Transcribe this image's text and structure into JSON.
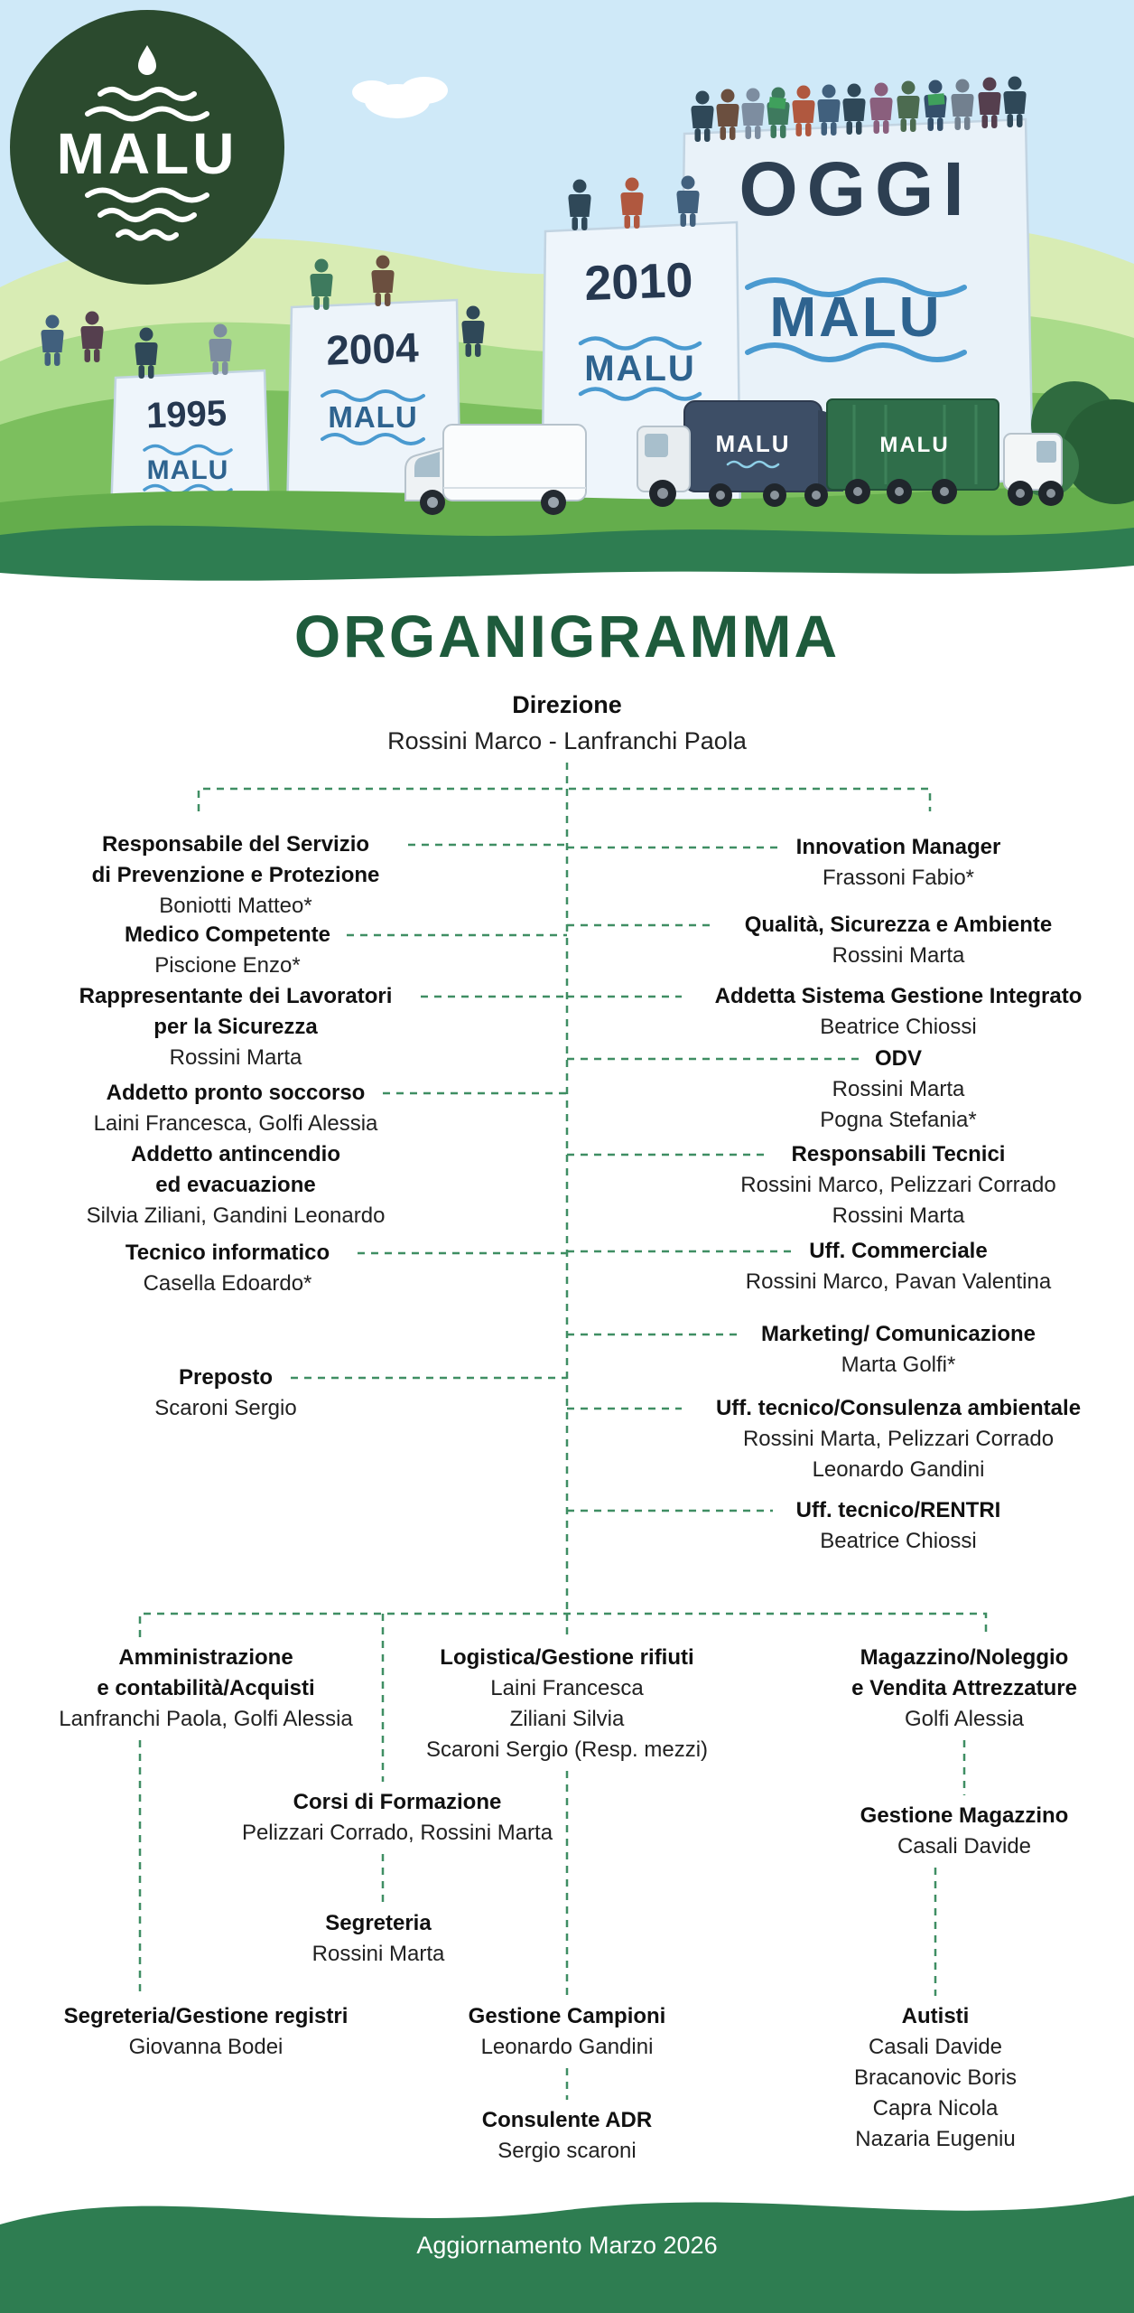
{
  "page": {
    "title": "ORGANIGRAMMA"
  },
  "colors": {
    "brand_green": "#2e7d51",
    "title_green": "#1e5b3c",
    "connector_green": "#3f8e63",
    "logo_blue": "#4a9ad0",
    "badge_dark_green": "#2b4a2e"
  },
  "hero": {
    "logo_text": "MALU",
    "year_1995": "1995",
    "year_2004": "2004",
    "year_2010": "2010",
    "today_label": "OGGI"
  },
  "org": {
    "direzione": {
      "title": "Direzione",
      "names": [
        "Rossini Marco - Lanfranchi Paola"
      ]
    },
    "left": [
      {
        "title": [
          "Responsabile del Servizio",
          "di Prevenzione e Protezione"
        ],
        "names": [
          "Boniotti Matteo*"
        ]
      },
      {
        "title": [
          "Medico Competente"
        ],
        "names": [
          "Piscione Enzo*"
        ]
      },
      {
        "title": [
          "Rappresentante dei Lavoratori",
          "per la Sicurezza"
        ],
        "names": [
          "Rossini Marta"
        ]
      },
      {
        "title": [
          "Addetto pronto soccorso"
        ],
        "names": [
          "Laini Francesca, Golfi Alessia"
        ],
        "title2": [
          "Addetto antincendio",
          "ed evacuazione"
        ],
        "names2": [
          "Silvia Ziliani, Gandini Leonardo"
        ]
      },
      {
        "title": [
          "Tecnico informatico"
        ],
        "names": [
          "Casella Edoardo*"
        ]
      },
      {
        "title": [
          "Preposto"
        ],
        "names": [
          "Scaroni Sergio"
        ]
      }
    ],
    "right": [
      {
        "title": [
          "Innovation Manager"
        ],
        "names": [
          "Frassoni Fabio*"
        ]
      },
      {
        "title": [
          "Qualità, Sicurezza e Ambiente"
        ],
        "names": [
          "Rossini Marta"
        ]
      },
      {
        "title": [
          "Addetta Sistema Gestione Integrato"
        ],
        "names": [
          "Beatrice Chiossi"
        ]
      },
      {
        "title": [
          "ODV"
        ],
        "names": [
          "Rossini Marta",
          "Pogna Stefania*"
        ]
      },
      {
        "title": [
          "Responsabili Tecnici"
        ],
        "names": [
          "Rossini Marco, Pelizzari Corrado",
          "Rossini Marta"
        ]
      },
      {
        "title": [
          "Uff. Commerciale"
        ],
        "names": [
          "Rossini Marco, Pavan Valentina"
        ]
      },
      {
        "title": [
          "Marketing/ Comunicazione"
        ],
        "names": [
          "Marta Golfi*"
        ]
      },
      {
        "title": [
          "Uff. tecnico/Consulenza ambientale"
        ],
        "names": [
          "Rossini Marta, Pelizzari Corrado",
          "Leonardo Gandini"
        ]
      },
      {
        "title": [
          "Uff. tecnico/RENTRI"
        ],
        "names": [
          "Beatrice Chiossi"
        ]
      }
    ],
    "bottom": [
      {
        "title": [
          "Amministrazione",
          "e contabilità/Acquisti"
        ],
        "names": [
          "Lanfranchi Paola, Golfi Alessia"
        ]
      },
      {
        "title": [
          "Logistica/Gestione rifiuti"
        ],
        "names": [
          "Laini Francesca",
          "Ziliani Silvia",
          "Scaroni Sergio (Resp. mezzi)"
        ]
      },
      {
        "title": [
          "Magazzino/Noleggio",
          "e Vendita Attrezzature"
        ],
        "names": [
          "Golfi Alessia"
        ]
      },
      {
        "title": [
          "Corsi di Formazione"
        ],
        "names": [
          "Pelizzari Corrado, Rossini Marta"
        ]
      },
      {
        "title": [
          "Gestione Magazzino"
        ],
        "names": [
          "Casali Davide"
        ]
      },
      {
        "title": [
          "Segreteria"
        ],
        "names": [
          "Rossini Marta"
        ]
      },
      {
        "title": [
          "Segreteria/Gestione registri"
        ],
        "names": [
          "Giovanna Bodei"
        ]
      },
      {
        "title": [
          "Gestione Campioni"
        ],
        "names": [
          "Leonardo Gandini"
        ]
      },
      {
        "title": [
          "Autisti"
        ],
        "names": [
          "Casali Davide",
          "Bracanovic Boris",
          "Capra Nicola",
          "Nazaria Eugeniu"
        ]
      },
      {
        "title": [
          "Consulente ADR"
        ],
        "names": [
          "Sergio scaroni"
        ]
      }
    ]
  },
  "footer": {
    "text": "Aggiornamento Marzo 2026"
  }
}
